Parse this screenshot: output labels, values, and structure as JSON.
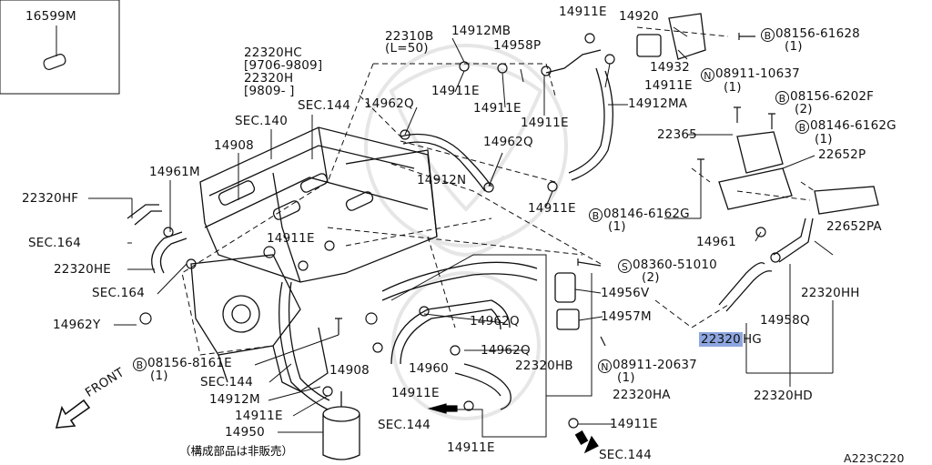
{
  "diagram_code": "A223C220",
  "front_label": "FRONT",
  "note": "（構成部品は非販売）",
  "inset": {
    "part": "16599M"
  },
  "parts": {
    "p22310B": "22310B",
    "p22310B_len": "(L=50)",
    "p14912MB": "14912MB",
    "p14958P": "14958P",
    "p14911E_top1": "14911E",
    "p14920": "14920",
    "p14932": "14932",
    "b08156_61628": "08156-61628",
    "b08156_61628_qty": "(1)",
    "n08911_10637": "08911-10637",
    "n08911_10637_qty": "(1)",
    "p22320HC": "22320HC",
    "p22320HC_years": "[9706-9809]",
    "p22320H": "22320H",
    "p22320H_years": "[9809-     ]",
    "p14911E_a": "14911E",
    "p14911E_b": "14911E",
    "p14911E_c": "14911E",
    "p14911E_d": "14911E",
    "p14912MA": "14912MA",
    "sec144_a": "SEC.144",
    "p14962Q_a": "14962Q",
    "sec140": "SEC.140",
    "p14962Q_b": "14962Q",
    "b08156_6202F": "08156-6202F",
    "b08156_6202F_qty": "(2)",
    "b08146_6162G_a": "08146-6162G",
    "b08146_6162G_a_qty": "(1)",
    "p22365": "22365",
    "p14908_a": "14908",
    "p14961M": "14961M",
    "p22652P": "22652P",
    "p14912N": "14912N",
    "p22320HF": "22320HF",
    "p14911E_e": "14911E",
    "b08146_6162G_b": "08146-6162G",
    "b08146_6162G_b_qty": "(1)",
    "p22652PA": "22652PA",
    "sec164_a": "SEC.164",
    "p14911E_f": "14911E",
    "p14961": "14961",
    "p22320HE": "22320HE",
    "s08360_51010": "08360-51010",
    "s08360_51010_qty": "(2)",
    "sec164_b": "SEC.164",
    "p14956V": "14956V",
    "p22320HH": "22320HH",
    "p14962Y": "14962Y",
    "p14962Q_c": "14962Q",
    "p14957M": "14957M",
    "p14958Q": "14958Q",
    "p22320HG_a": "22320",
    "p22320HG_b": "HG",
    "p14962Q_d": "14962Q",
    "b08156_8161E": "08156-8161E",
    "b08156_8161E_qty": "(1)",
    "p14908_b": "14908",
    "p14960": "14960",
    "p22320HB": "22320HB",
    "n08911_20637": "08911-20637",
    "n08911_20637_qty": "(1)",
    "sec144_b": "SEC.144",
    "p14912M": "14912M",
    "p14911E_g": "14911E",
    "p22320HA": "22320HA",
    "p22320HD": "22320HD",
    "p14911E_h": "14911E",
    "sec144_c": "SEC.144",
    "p14911E_i": "14911E",
    "p14950": "14950",
    "p14911E_j": "14911E",
    "sec144_d": "SEC.144"
  },
  "symbols": {
    "bolt": "B",
    "nut": "N",
    "screw": "S"
  }
}
